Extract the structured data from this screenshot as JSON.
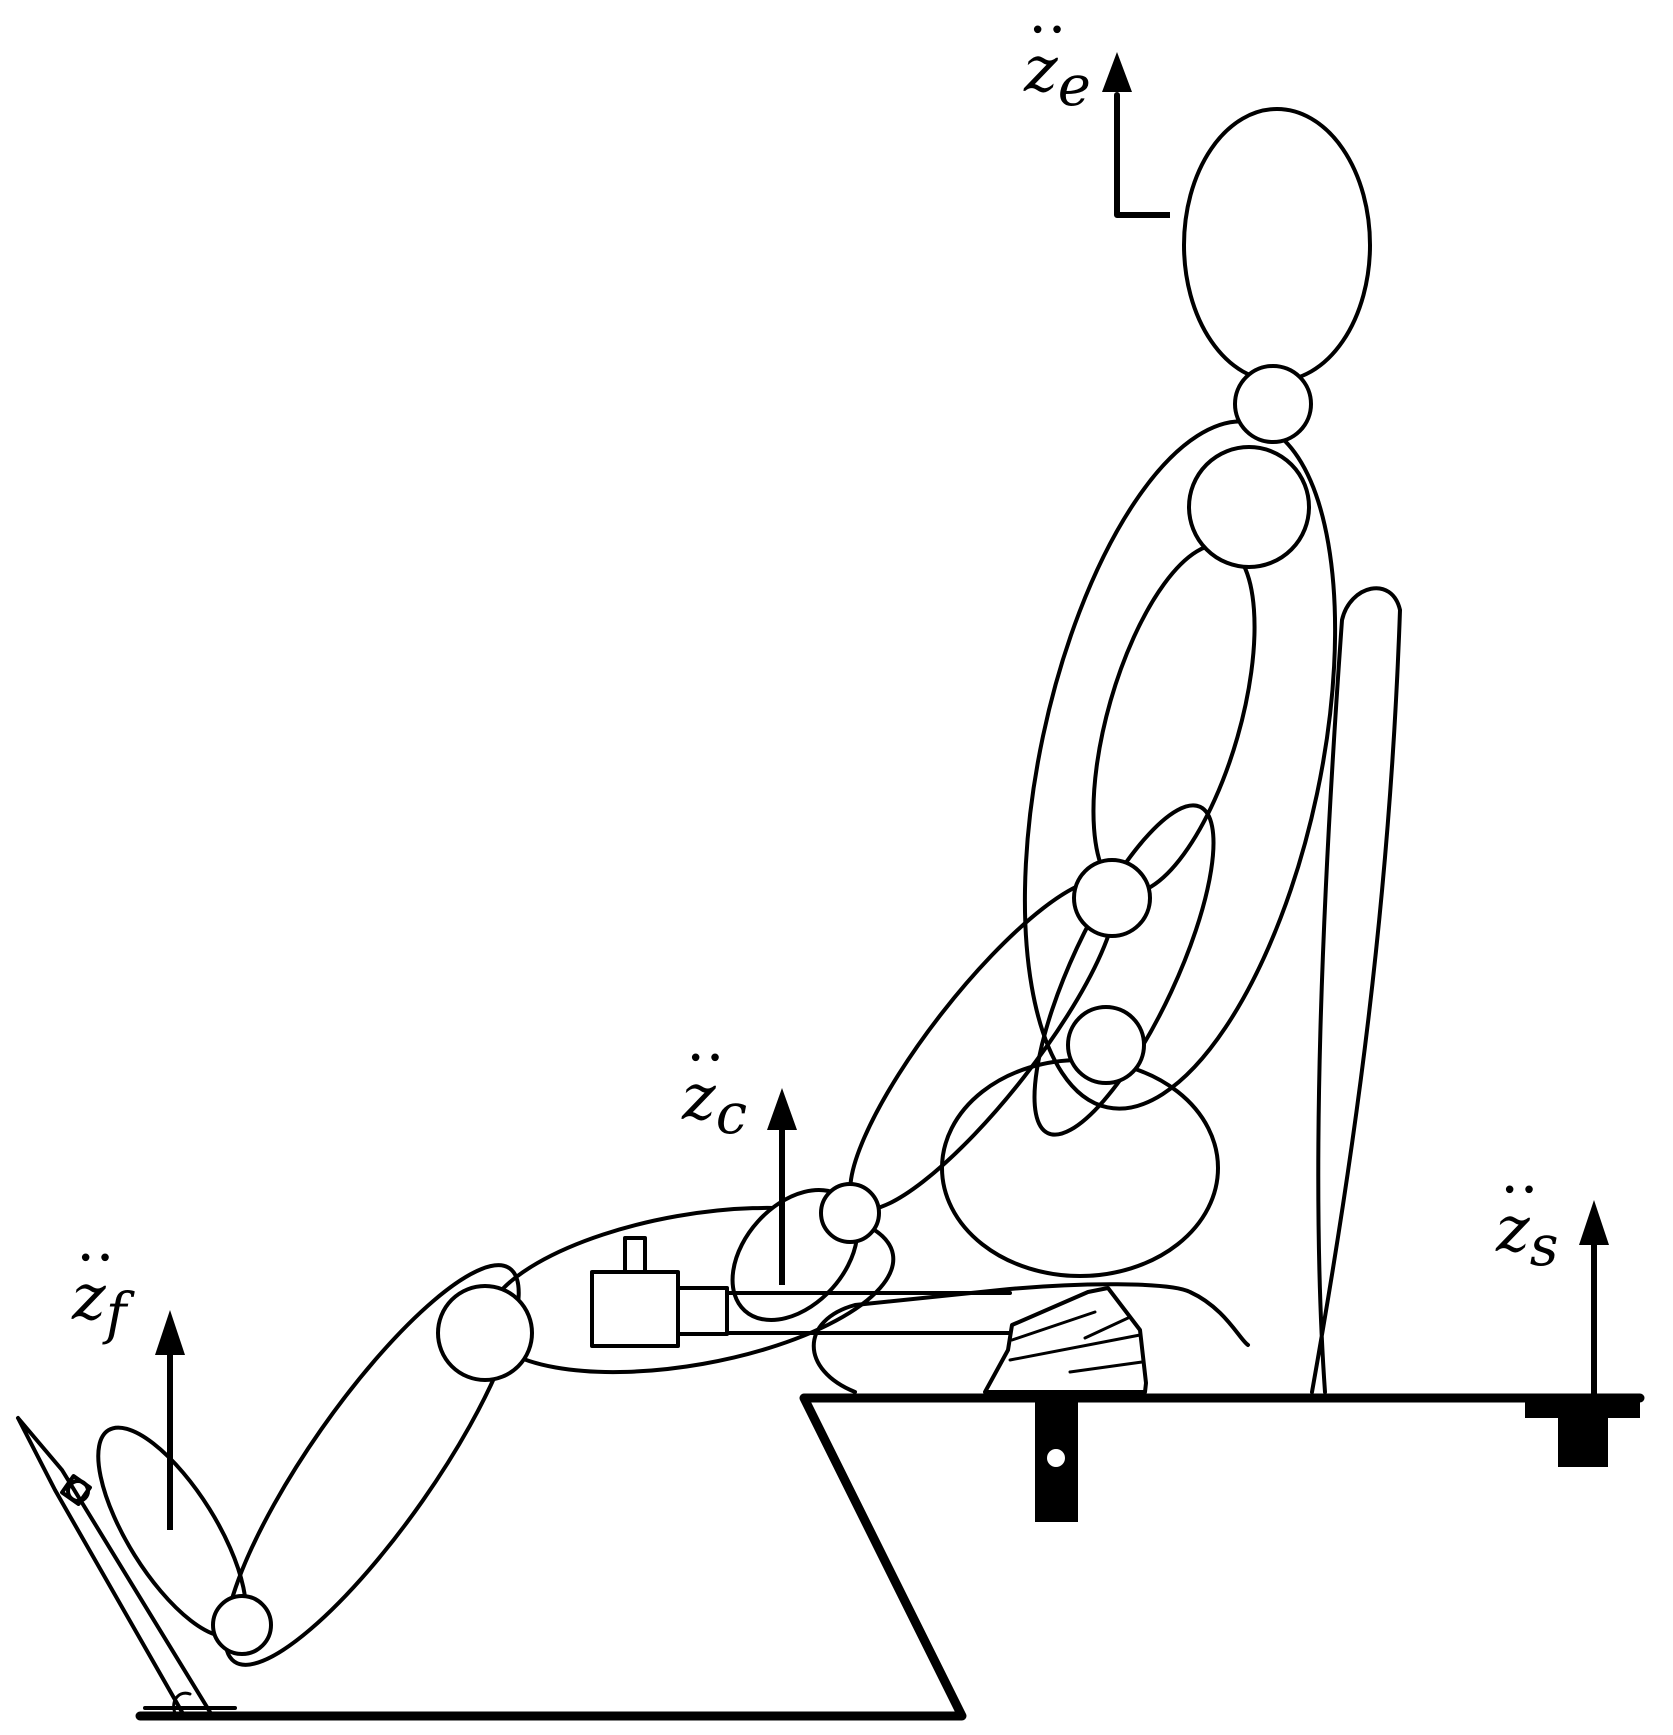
{
  "labels": {
    "eye": {
      "base": "z",
      "sub": "e"
    },
    "cushion": {
      "base": "z",
      "sub": "c"
    },
    "seat": {
      "base": "z",
      "sub": "s"
    },
    "floor": {
      "base": "z",
      "sub": "f"
    }
  },
  "colors": {
    "stroke": "#000000",
    "fill": "#ffffff"
  }
}
